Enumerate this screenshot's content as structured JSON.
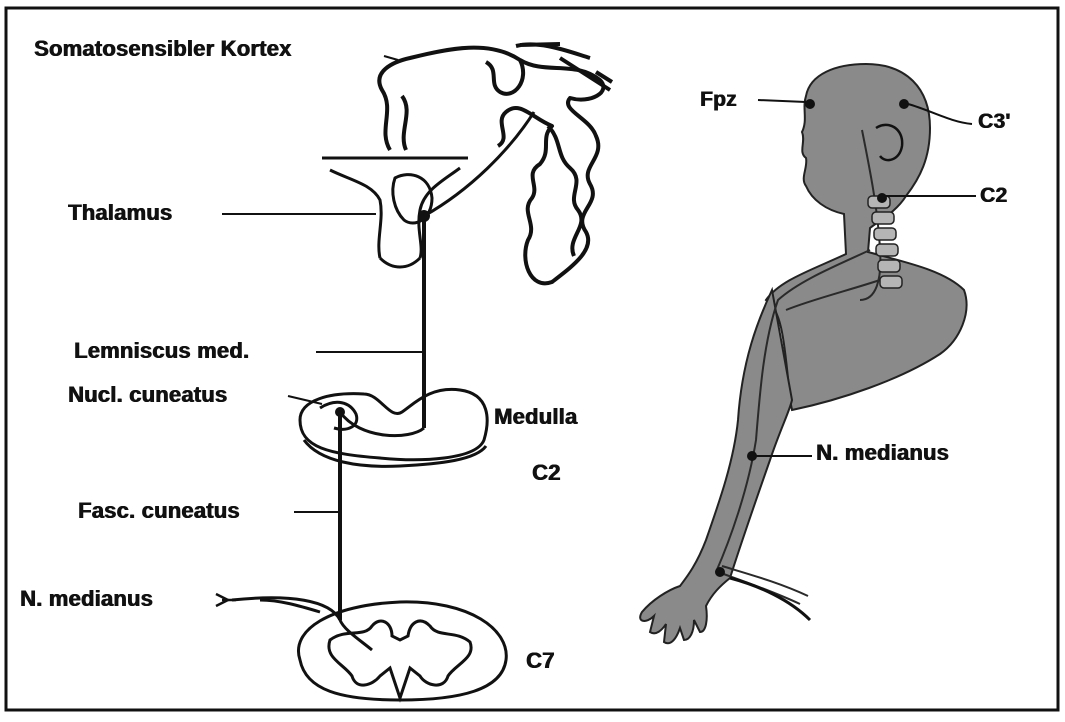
{
  "labels": {
    "cortex": "Somatosensibler Kortex",
    "thalamus": "Thalamus",
    "lemniscus": "Lemniscus med.",
    "nucl_cuneatus": "Nucl. cuneatus",
    "medulla": "Medulla",
    "medulla_level": "C2",
    "fasc_cuneatus": "Fasc. cuneatus",
    "n_medianus_left": "N. medianus",
    "c7": "C7",
    "fpz": "Fpz",
    "c3": "C3'",
    "c2": "C2",
    "n_medianus_right": "N. medianus"
  },
  "colors": {
    "line": "#111111",
    "skin": "#8a8a8a",
    "background": "#ffffff"
  }
}
